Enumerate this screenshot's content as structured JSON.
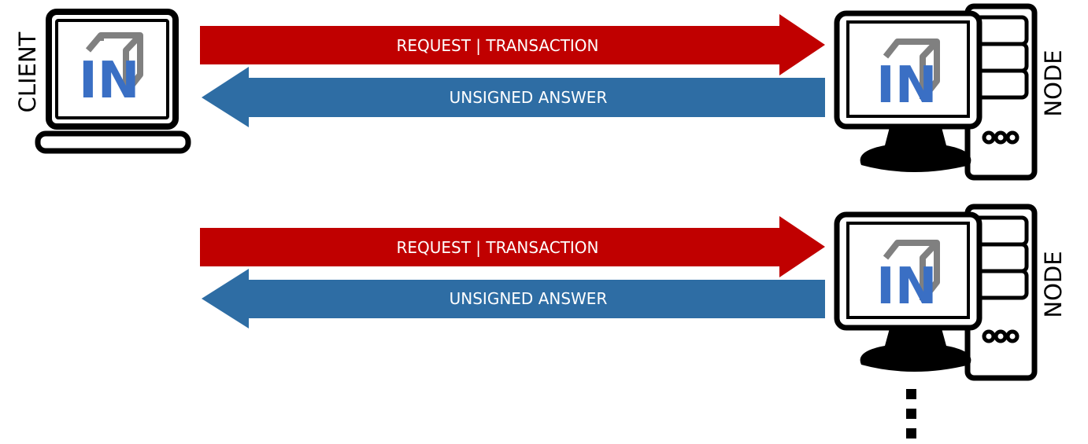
{
  "client": {
    "label": "CLIENT",
    "logo_text": "IN"
  },
  "rows": [
    {
      "request_label": "REQUEST | TRANSACTION",
      "answer_label": "UNSIGNED ANSWER",
      "node_label": "NODE",
      "logo_text": "IN"
    },
    {
      "request_label": "REQUEST | TRANSACTION",
      "answer_label": "UNSIGNED ANSWER",
      "node_label": "NODE",
      "logo_text": "IN"
    }
  ],
  "continuation": "more-nodes-ellipsis",
  "colors": {
    "request_arrow": "#c00000",
    "answer_arrow": "#2e6da4",
    "logo_blue": "#3a6fc4",
    "logo_gray": "#808080",
    "outline": "#000000"
  }
}
